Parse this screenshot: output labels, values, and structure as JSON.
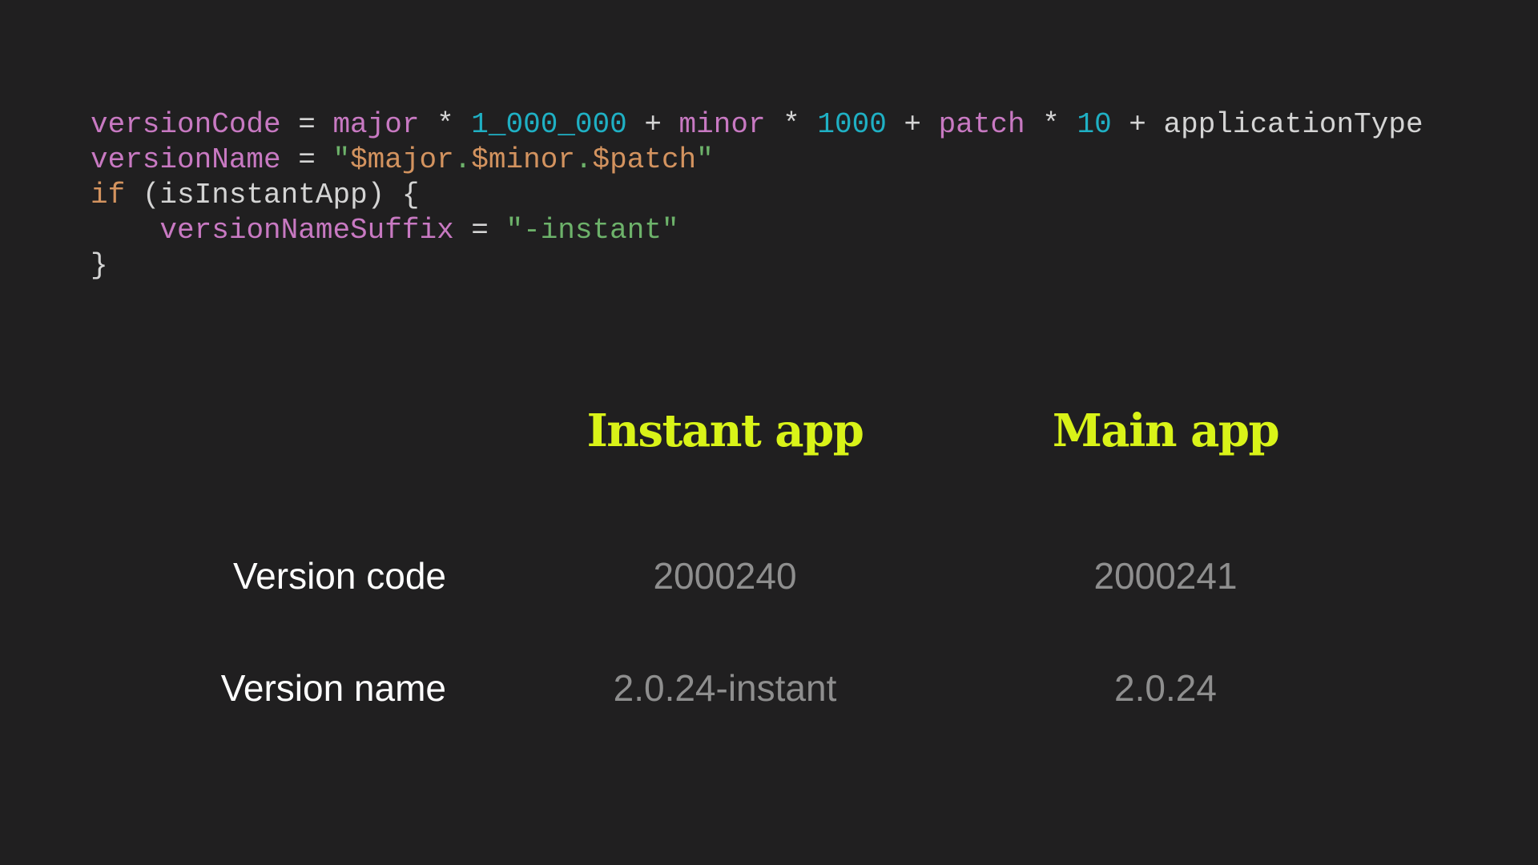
{
  "code": {
    "lines": [
      [
        {
          "t": "versionCode",
          "k": "ident"
        },
        {
          "t": " = ",
          "k": "op"
        },
        {
          "t": "major",
          "k": "ident"
        },
        {
          "t": " * ",
          "k": "op"
        },
        {
          "t": "1_000_000",
          "k": "num"
        },
        {
          "t": " + ",
          "k": "op"
        },
        {
          "t": "minor",
          "k": "ident"
        },
        {
          "t": " * ",
          "k": "op"
        },
        {
          "t": "1000",
          "k": "num"
        },
        {
          "t": " + ",
          "k": "op"
        },
        {
          "t": "patch",
          "k": "ident"
        },
        {
          "t": " * ",
          "k": "op"
        },
        {
          "t": "10",
          "k": "num"
        },
        {
          "t": " + ",
          "k": "op"
        },
        {
          "t": "applicationType",
          "k": "plain"
        }
      ],
      [
        {
          "t": "versionName",
          "k": "ident"
        },
        {
          "t": " = ",
          "k": "op"
        },
        {
          "t": "\"",
          "k": "str"
        },
        {
          "t": "$major",
          "k": "tmpl"
        },
        {
          "t": ".",
          "k": "str"
        },
        {
          "t": "$minor",
          "k": "tmpl"
        },
        {
          "t": ".",
          "k": "str"
        },
        {
          "t": "$patch",
          "k": "tmpl"
        },
        {
          "t": "\"",
          "k": "str"
        }
      ],
      [
        {
          "t": "if",
          "k": "kw"
        },
        {
          "t": " (isInstantApp) {",
          "k": "plain"
        }
      ],
      [
        {
          "t": "    ",
          "k": "plain"
        },
        {
          "t": "versionNameSuffix",
          "k": "ident"
        },
        {
          "t": " = ",
          "k": "op"
        },
        {
          "t": "\"-instant\"",
          "k": "str"
        }
      ],
      [
        {
          "t": "}",
          "k": "plain"
        }
      ]
    ]
  },
  "table": {
    "col_instant": "Instant app",
    "col_main": "Main app",
    "rows": [
      {
        "label": "Version code",
        "instant": "2000240",
        "main": "2000241"
      },
      {
        "label": "Version name",
        "instant": "2.0.24-instant",
        "main": "2.0.24"
      }
    ]
  },
  "colors": {
    "background": "#201f20",
    "heading": "#d9f318",
    "label": "#ffffff",
    "value": "#8e8e8e",
    "code_ident": "#c879c2",
    "code_number": "#1fb0c4",
    "code_keyword": "#d3935f",
    "code_string": "#6db26a"
  }
}
